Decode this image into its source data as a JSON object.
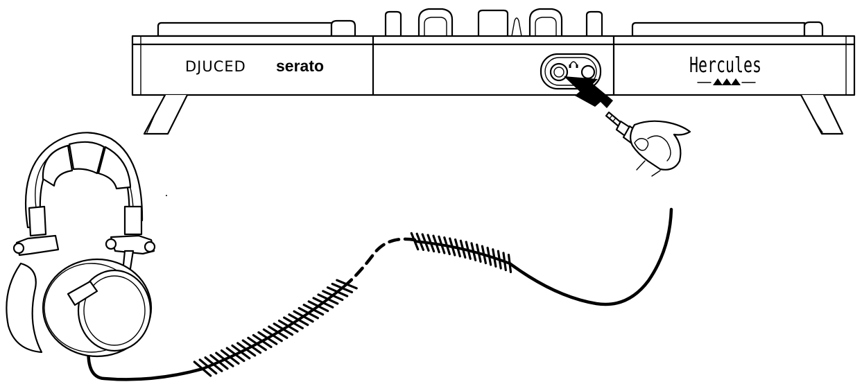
{
  "labels": {
    "djuced": "DJUCED",
    "serato": "serato",
    "hercules": "Hercules"
  },
  "icons": {
    "headphone_jack": "headphone-icon"
  },
  "colors": {
    "line": "#000000",
    "background": "#ffffff"
  }
}
